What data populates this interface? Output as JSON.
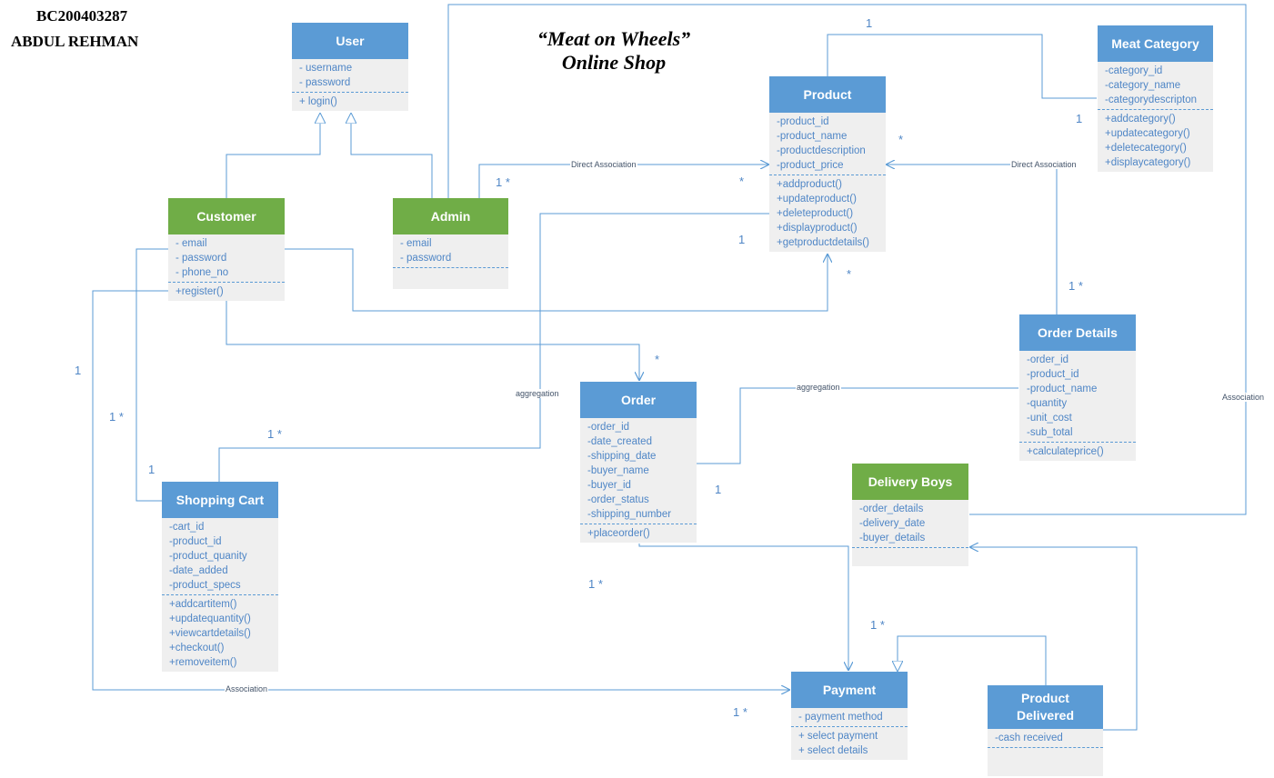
{
  "header": {
    "id": "BC200403287",
    "name": "ABDUL REHMAN"
  },
  "title": {
    "line1": "“Meat on Wheels”",
    "line2": "Online Shop"
  },
  "classes": {
    "user": {
      "name": "User",
      "attributes": [
        "- username",
        "- password"
      ],
      "methods": [
        "+ login()"
      ]
    },
    "customer": {
      "name": "Customer",
      "attributes": [
        "- email",
        "- password",
        "- phone_no"
      ],
      "methods": [
        "+register()"
      ]
    },
    "admin": {
      "name": "Admin",
      "attributes": [
        "- email",
        "- password"
      ],
      "methods": []
    },
    "product": {
      "name": "Product",
      "attributes": [
        "-product_id",
        "-product_name",
        "-productdescription",
        "-product_price"
      ],
      "methods": [
        "+addproduct()",
        "+updateproduct()",
        "+deleteproduct()",
        "+displayproduct()",
        "+getproductdetails()"
      ]
    },
    "meat_category": {
      "name": "Meat Category",
      "attributes": [
        "-category_id",
        "-category_name",
        "-categorydescripton"
      ],
      "methods": [
        "+addcategory()",
        "+updatecategory()",
        "+deletecategory()",
        "+displaycategory()"
      ]
    },
    "order": {
      "name": "Order",
      "attributes": [
        "-order_id",
        "-date_created",
        "-shipping_date",
        "-buyer_name",
        "-buyer_id",
        "-order_status",
        "-shipping_number"
      ],
      "methods": [
        "+placeorder()"
      ]
    },
    "order_details": {
      "name": "Order Details",
      "attributes": [
        "-order_id",
        "-product_id",
        "-product_name",
        "-quantity",
        "-unit_cost",
        "-sub_total"
      ],
      "methods": [
        "+calculateprice()"
      ]
    },
    "shopping_cart": {
      "name": "Shopping Cart",
      "attributes": [
        "-cart_id",
        "-product_id",
        "-product_quanity",
        "-date_added",
        "-product_specs"
      ],
      "methods": [
        "+addcartitem()",
        "+updatequantity()",
        "+viewcartdetails()",
        "+checkout()",
        "+removeitem()"
      ]
    },
    "delivery_boys": {
      "name": "Delivery Boys",
      "attributes": [
        "-order_details",
        "-delivery_date",
        "-buyer_details"
      ],
      "methods": []
    },
    "payment": {
      "name": "Payment",
      "attributes": [
        "- payment method"
      ],
      "methods": [
        "+ select payment",
        "+ select details"
      ]
    },
    "product_delivered": {
      "name": "Product Delivered",
      "attributes": [
        "-cash received"
      ],
      "methods": []
    }
  },
  "association_labels": {
    "direct1": "Direct Association",
    "direct2": "Direct Association",
    "aggregation1": "aggregation",
    "aggregation2": "aggregation",
    "association_right": "Association",
    "association_bottom": "Association"
  },
  "multiplicities": {
    "m_top_1": "1",
    "m_meat_1": "1",
    "m_prod_star_r": "*",
    "m_admin_1star": "1 *",
    "m_prod_star_l": "*",
    "m_prod_1": "1",
    "m_prod_star_b": "*",
    "m_od_1star": "1 *",
    "m_order_star": "*",
    "m_left_1": "1",
    "m_left_1star": "1 *",
    "m_cart_1star": "1 *",
    "m_cart_1": "1",
    "m_order_1": "1",
    "m_order_1star": "1 *",
    "m_pay_1star_top": "1 *",
    "m_pay_1star_left": "1 *"
  }
}
